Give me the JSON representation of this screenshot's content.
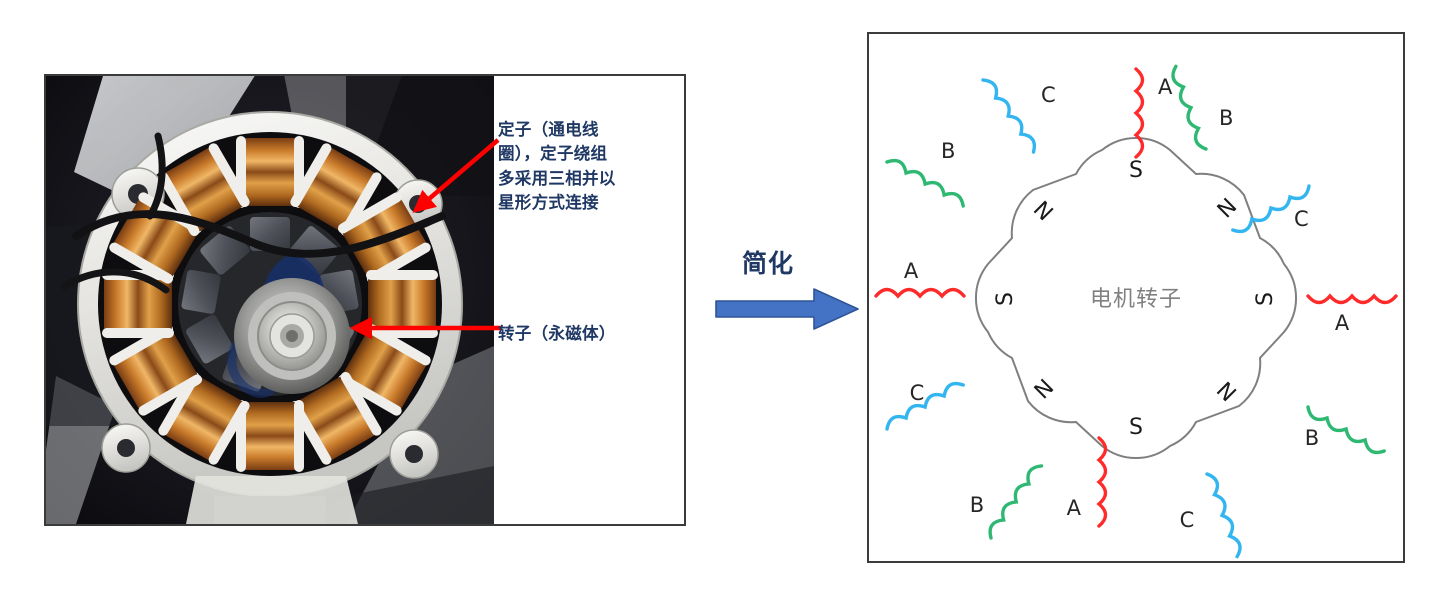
{
  "figure": {
    "title_visible": false,
    "background_color": "#ffffff"
  },
  "left_panel": {
    "name": "motor-photograph-panel",
    "photo_description": "brushless DC motor stator with copper windings and permanent magnet rotor",
    "border_color": "#3b3b3b",
    "callouts": [
      {
        "id": "stator",
        "text": "定子（通电线\n圈），定子绕组\n多采用三相并以\n星形方式连接",
        "color": "#1f3864",
        "arrow_color": "#ff0000"
      },
      {
        "id": "rotor",
        "text": "转子（永磁体）",
        "color": "#1f3864",
        "arrow_color": "#ff0000"
      }
    ]
  },
  "transition": {
    "label": "简化",
    "label_color": "#1f3864",
    "arrow_fill": "#4472c4",
    "arrow_stroke": "#2f5597"
  },
  "right_panel": {
    "name": "simplified-motor-diagram-panel",
    "border_color": "#3b3b3b",
    "rotor": {
      "center_label": "电机转子",
      "center_label_color": "#808080",
      "outline_color": "#7f7f7f",
      "pole_count": 8,
      "poles": [
        {
          "label": "S",
          "angle_deg": -90
        },
        {
          "label": "N",
          "angle_deg": -45
        },
        {
          "label": "S",
          "angle_deg": 0
        },
        {
          "label": "N",
          "angle_deg": 45
        },
        {
          "label": "S",
          "angle_deg": 90
        },
        {
          "label": "N",
          "angle_deg": 135
        },
        {
          "label": "S",
          "angle_deg": 180
        },
        {
          "label": "N",
          "angle_deg": 225
        }
      ]
    },
    "phase_colors": {
      "A": "#ff2a2a",
      "B": "#2eb872",
      "C": "#33b5f0"
    },
    "coils": [
      {
        "label": "A",
        "phase": "A",
        "position": "top",
        "angle_deg": -90,
        "label_side": "right"
      },
      {
        "label": "C",
        "phase": "C",
        "position": "top-left",
        "angle_deg": -125,
        "label_side": "right"
      },
      {
        "label": "B",
        "phase": "B",
        "position": "top-right",
        "angle_deg": -55,
        "label_side": "right"
      },
      {
        "label": "B",
        "phase": "B",
        "position": "upper-left",
        "angle_deg": -157,
        "label_side": "above"
      },
      {
        "label": "C",
        "phase": "C",
        "position": "upper-right",
        "angle_deg": -23,
        "label_side": "below"
      },
      {
        "label": "A",
        "phase": "A",
        "position": "left",
        "angle_deg": 180,
        "label_side": "above"
      },
      {
        "label": "A",
        "phase": "A",
        "position": "right",
        "angle_deg": 0,
        "label_side": "below"
      },
      {
        "label": "C",
        "phase": "C",
        "position": "lower-left",
        "angle_deg": 157,
        "label_side": "above"
      },
      {
        "label": "B",
        "phase": "B",
        "position": "lower-right",
        "angle_deg": 23,
        "label_side": "below"
      },
      {
        "label": "B",
        "phase": "B",
        "position": "bottom-left",
        "angle_deg": 125,
        "label_side": "left"
      },
      {
        "label": "C",
        "phase": "C",
        "position": "bottom-right",
        "angle_deg": 55,
        "label_side": "left"
      },
      {
        "label": "A",
        "phase": "A",
        "position": "bottom",
        "angle_deg": 90,
        "label_side": "left"
      }
    ]
  }
}
